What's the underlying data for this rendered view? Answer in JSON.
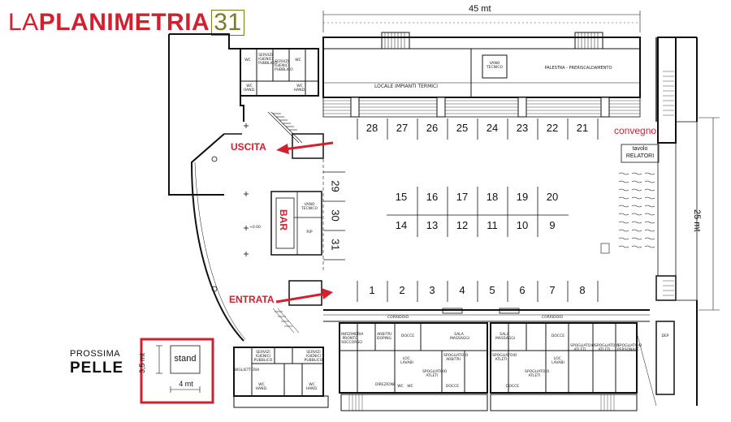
{
  "brand": {
    "la": "LA",
    "main": "PLANIMETRIA",
    "num": "31"
  },
  "dimensions": {
    "width": "45 mt",
    "depth": "25 mt"
  },
  "rooms": {
    "locale_termici": "LOCALE IMPIANTI TERMICI",
    "palestra": "PALESTRA - PRERISCALDAMENTO",
    "vano_tecnico": "VANO TECNICO",
    "bar": "BAR",
    "convegno": "convegno",
    "tavolo": "tavolo",
    "relatori": "RELATORI",
    "uscita": "USCITA",
    "entrata": "ENTRATA",
    "quota": "+0.00",
    "corridoio": "CORRIDOIO",
    "dep": "DEP",
    "bar_vano": "VANO TECNICO",
    "bar_rip": "RIP"
  },
  "stands": {
    "top_row": [
      "28",
      "27",
      "26",
      "25",
      "24",
      "23",
      "22",
      "21"
    ],
    "mid_upper": [
      "15",
      "16",
      "17",
      "18",
      "19",
      "20"
    ],
    "mid_lower": [
      "14",
      "13",
      "12",
      "11",
      "10",
      "9"
    ],
    "left_column": [
      "29",
      "30",
      "31"
    ],
    "bottom_row": [
      "1",
      "2",
      "3",
      "4",
      "5",
      "6",
      "7",
      "8"
    ]
  },
  "bottom_rooms": {
    "left": [
      "SERVIZI IGIENICI PUBBLICO",
      "SERVIZI IGIENICI PUBBLICO",
      "BIGLIETTERIA",
      "WC HAND.",
      "WC HAND."
    ],
    "center_left": [
      "INFERMERIA PRONTO SOCCORSO",
      "ARBITRI DOPING",
      "DOCCE",
      "SALA MASSAGGI",
      "LOC. LAVABI",
      "SPOGLIATOIO ARBITRI",
      "SPOGLIATOIO ATLETI",
      "DIREZIONE",
      "DOCCE",
      "WC",
      "WC"
    ],
    "center_right": [
      "SALA MASSAGGI",
      "DOCCE",
      "SPOGLIATOIO ATLETI",
      "LOC. LAVABI",
      "SPOGLIATOIO ATLETI",
      "SPOGLIATOIO ATLETI",
      "SPOGLIATOIO ATLETI",
      "SPOGLIATOIO PERSONALE",
      "DOCCE"
    ]
  },
  "top_left_rooms": [
    "SERVIZI IGIENICI PUBBLICO",
    "SERVIZI IGIENICI PUBBLICO",
    "WC HAND.",
    "WC HAND.",
    "WC",
    "WC"
  ],
  "legend": {
    "stand": "stand",
    "h": "3,5 mt",
    "w": "4 mt",
    "sponsor_top": "PROSSIMA",
    "sponsor_bottom": "PELLE"
  },
  "colors": {
    "accent": "#d2202f",
    "brand_num": "#7a7a2a"
  }
}
